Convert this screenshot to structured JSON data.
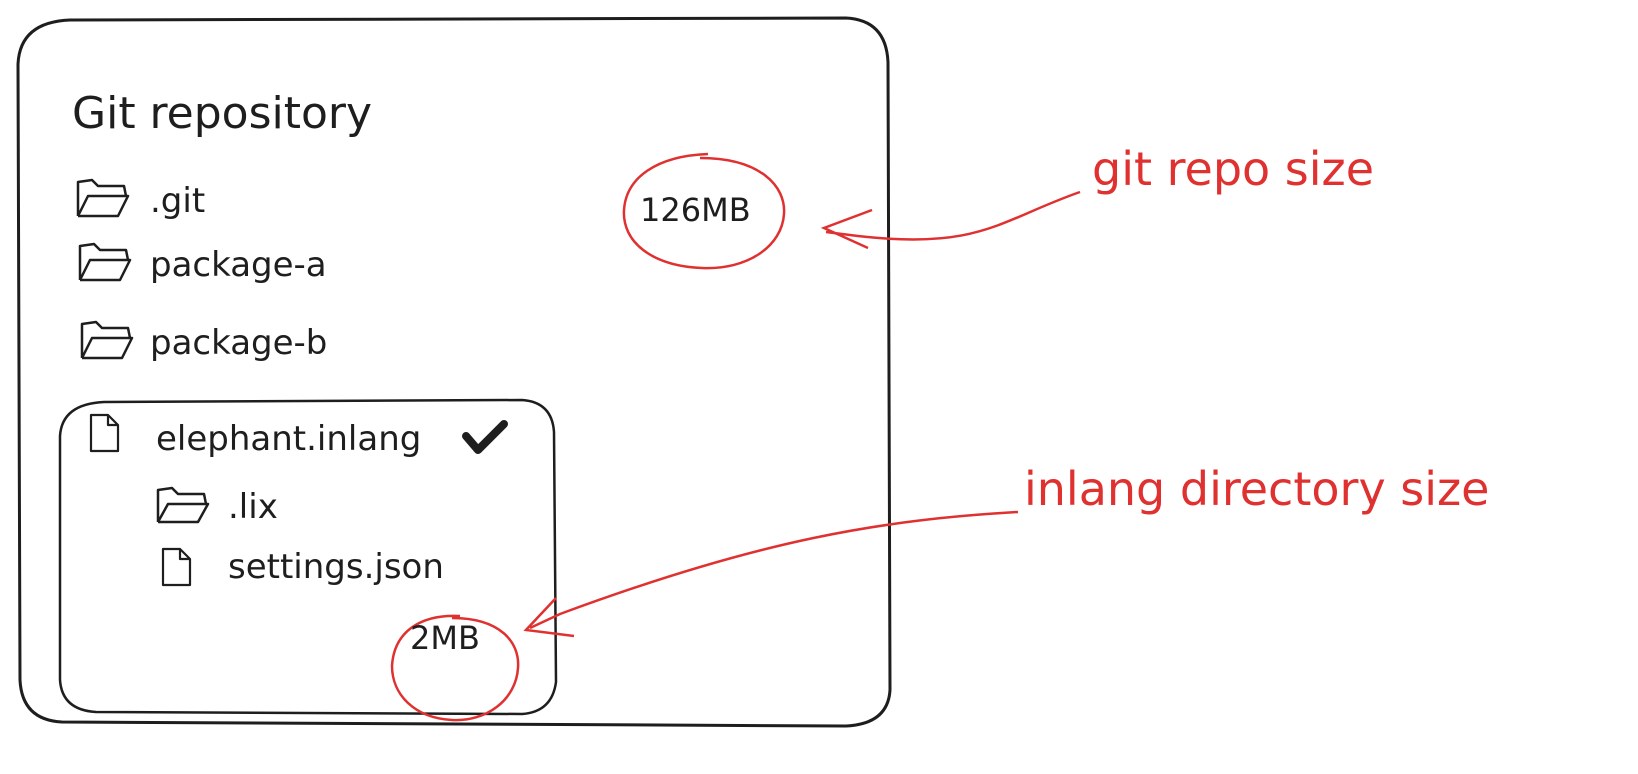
{
  "repo": {
    "title": "Git repository",
    "items": [
      {
        "name": ".git",
        "icon": "folder-icon"
      },
      {
        "name": "package-a",
        "icon": "folder-icon"
      },
      {
        "name": "package-b",
        "icon": "folder-icon"
      }
    ],
    "size": "126MB"
  },
  "inlang": {
    "name": "elephant.inlang",
    "icon": "file-icon",
    "status_icon": "checkmark-icon",
    "children": [
      {
        "name": ".lix",
        "icon": "folder-icon"
      },
      {
        "name": "settings.json",
        "icon": "file-icon"
      }
    ],
    "size": "2MB"
  },
  "annotations": {
    "repo_size": "git repo size",
    "inlang_size": "inlang directory size"
  },
  "colors": {
    "ink": "#1e1e1e",
    "annotation": "#e03131"
  }
}
